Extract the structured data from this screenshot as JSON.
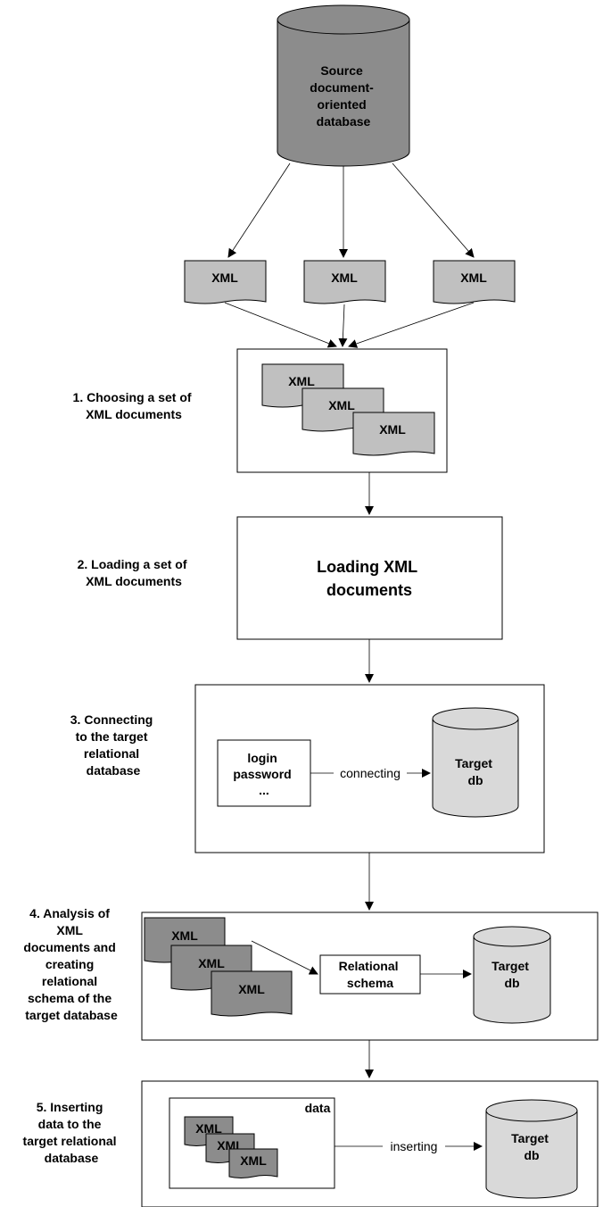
{
  "source_db": {
    "lines": [
      "Source",
      "document-",
      "oriented",
      "database"
    ]
  },
  "xml_label": "XML",
  "steps": [
    {
      "lines": [
        "1. Choosing a set of",
        "XML documents"
      ]
    },
    {
      "lines": [
        "2. Loading a set of",
        "XML documents"
      ]
    },
    {
      "lines": [
        "3. Connecting",
        "to the target",
        "relational",
        "database"
      ]
    },
    {
      "lines": [
        "4. Analysis of",
        "XML",
        "documents and",
        "creating",
        "relational",
        "schema of the",
        "target database"
      ]
    },
    {
      "lines": [
        "5. Inserting",
        "data to the",
        "target relational",
        "database"
      ]
    }
  ],
  "loading_box": {
    "lines": [
      "Loading XML",
      "documents"
    ]
  },
  "credentials": {
    "lines": [
      "login",
      "password",
      "..."
    ]
  },
  "connecting_label": "connecting",
  "target_db": {
    "lines": [
      "Target",
      "db"
    ]
  },
  "relational_schema": {
    "lines": [
      "Relational",
      "schema"
    ]
  },
  "data_label": "data",
  "inserting_label": "inserting",
  "colors": {
    "dark_gray": "#8c8c8c",
    "mid_gray": "#c0c0c0",
    "light_gray": "#d9d9d9",
    "stroke": "#000000",
    "background": "#ffffff"
  }
}
